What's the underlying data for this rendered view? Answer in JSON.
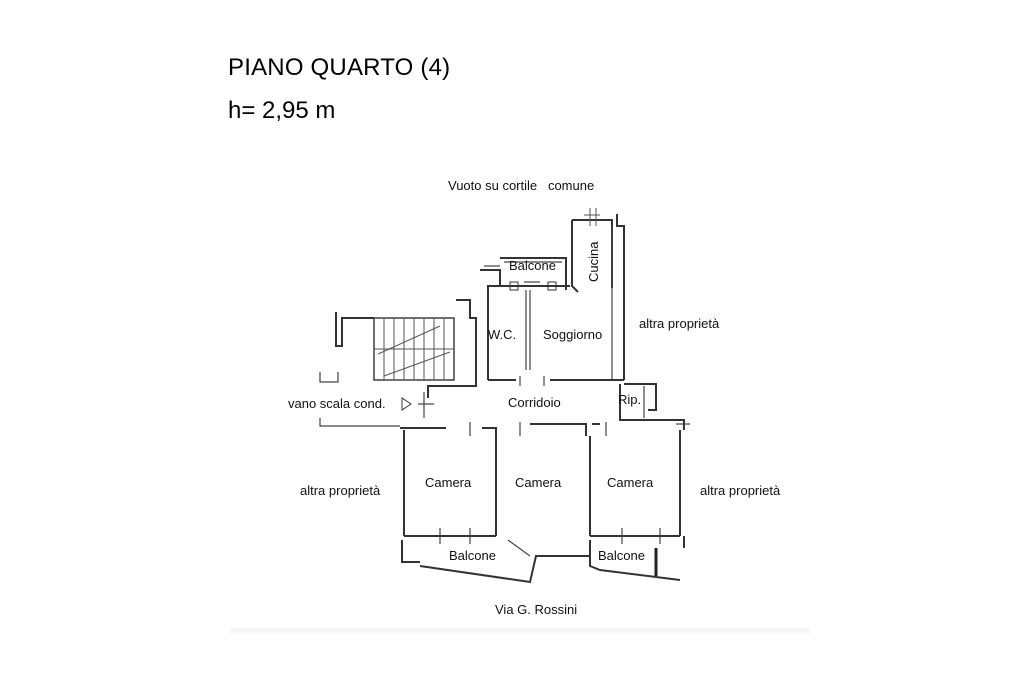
{
  "header": {
    "title": "PIANO QUARTO (4)",
    "height": "h= 2,95 m"
  },
  "labels": {
    "courtyard": "Vuoto su cortile   comune",
    "kitchen": "Cucina",
    "balcony_top": "Balcone",
    "wc": "W.C.",
    "living": "Soggiorno",
    "other_property_right_top": "altra proprietà",
    "corridor": "Corridoio",
    "storage": "Rip.",
    "stairwell": "vano scala cond.",
    "bedroom_1": "Camera",
    "bedroom_2": "Camera",
    "bedroom_3": "Camera",
    "other_property_left": "altra proprietà",
    "other_property_right_bottom": "altra proprietà",
    "balcony_bottom_left": "Balcone",
    "balcony_bottom_right": "Balcone",
    "street": "Via G. Rossini"
  },
  "icons": {
    "entrance": "entrance-arrow-icon",
    "stairs": "staircase-icon"
  }
}
